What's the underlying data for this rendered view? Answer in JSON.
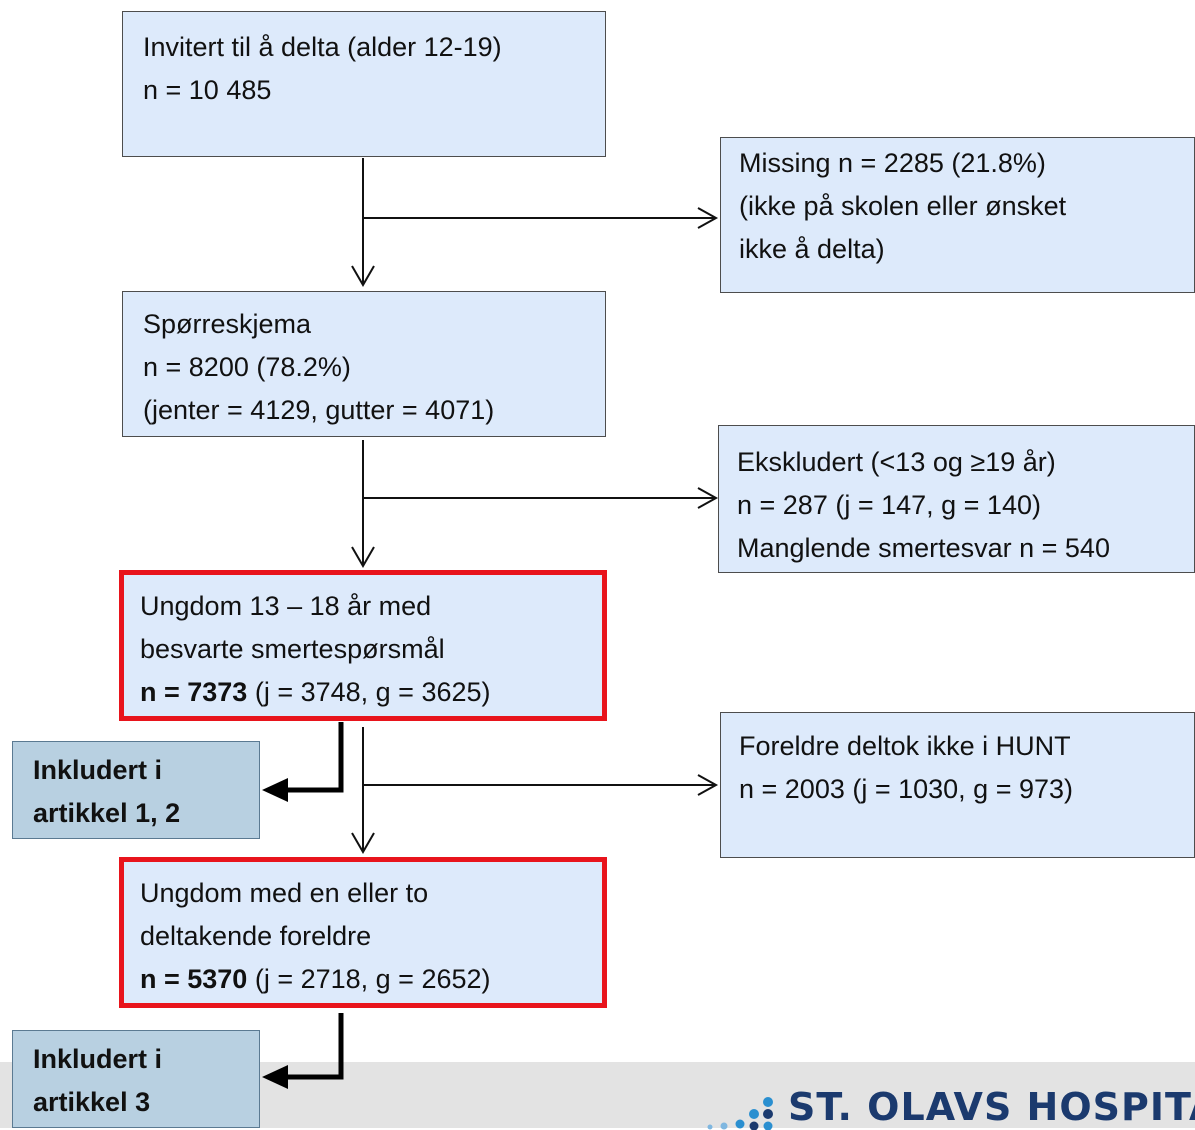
{
  "boxes": {
    "invited": {
      "lines": [
        "Invitert til å delta (alder 12-19)",
        "n = 10 485"
      ]
    },
    "missing": {
      "lines": [
        "Missing n = 2285 (21.8%)",
        "(ikke på skolen eller ønsket",
        "ikke å delta)"
      ]
    },
    "questionnaire": {
      "lines": [
        "Spørreskjema",
        "n = 8200 (78.2%)",
        "(jenter = 4129, gutter = 4071)"
      ]
    },
    "excluded": {
      "lines": [
        "Ekskludert (<13 og ≥19 år)",
        "n = 287 (j = 147, g = 140)",
        "Manglende smertesvar n = 540"
      ]
    },
    "youth_pain": {
      "lines": [
        "Ungdom 13 – 18 år med",
        "besvarte smertespørsmål"
      ],
      "n_bold": "n = 7373",
      "n_rest": " (j = 3748, g = 3625)"
    },
    "parents_not": {
      "lines": [
        "Foreldre deltok ikke i HUNT",
        "n = 2003 (j = 1030, g = 973)"
      ]
    },
    "youth_parents": {
      "lines": [
        "Ungdom med en eller to",
        "deltakende foreldre"
      ],
      "n_bold": "n = 5370",
      "n_rest": " (j = 2718, g = 2652)"
    },
    "included_12": {
      "lines": [
        "Inkludert i",
        "artikkel 1, 2"
      ]
    },
    "included_3": {
      "lines": [
        "Inkludert i",
        "artikkel 3"
      ]
    }
  },
  "logo": {
    "text": "ST. OLAVS HOSPITAL",
    "color": "#1b3a6e"
  },
  "colors": {
    "box_fill": "#ddeafb",
    "highlight_border": "#e8141c",
    "included_fill": "#b8d0e1",
    "footer": "#e3e3e3"
  }
}
